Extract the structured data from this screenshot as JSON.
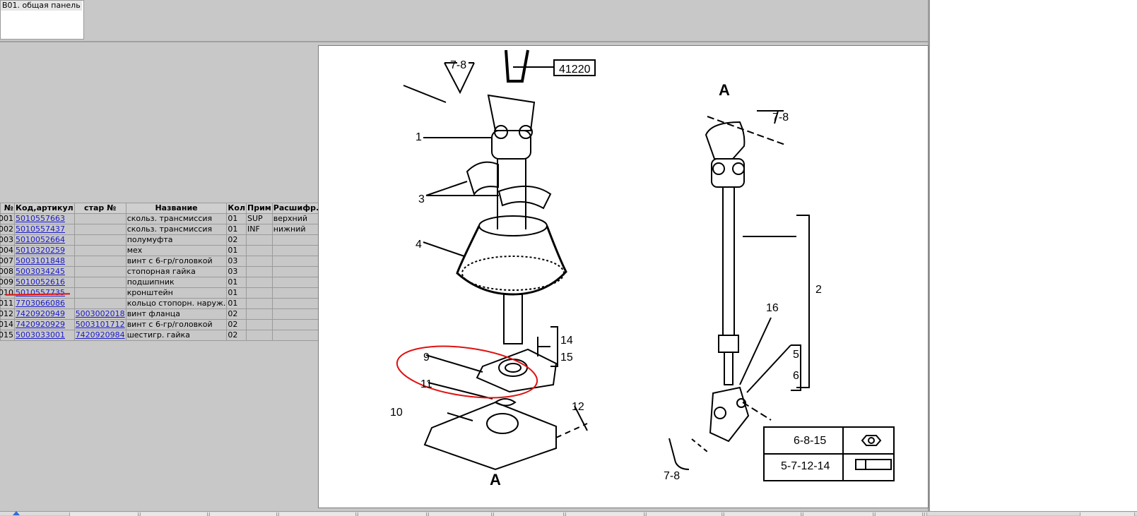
{
  "tree": {
    "selected_item": "B01. общая панель"
  },
  "table": {
    "headers": [
      "№",
      "Код,артикул",
      "стар №",
      "Название",
      "Кол",
      "Прим",
      "Расшифр."
    ],
    "rows": [
      {
        "n": "001",
        "code": "5010557663",
        "old": "",
        "name": "скольз. трансмиссия",
        "qty": "01",
        "note": "SUP",
        "decode": "верхний"
      },
      {
        "n": "002",
        "code": "5010557437",
        "old": "",
        "name": "скольз. трансмиссия",
        "qty": "01",
        "note": "INF",
        "decode": "нижний"
      },
      {
        "n": "003",
        "code": "5010052664",
        "old": "",
        "name": "полумуфта",
        "qty": "02",
        "note": "",
        "decode": ""
      },
      {
        "n": "004",
        "code": "5010320259",
        "old": "",
        "name": "мех",
        "qty": "01",
        "note": "",
        "decode": ""
      },
      {
        "n": "007",
        "code": "5003101848",
        "old": "",
        "name": "винт с 6-гр/головкой",
        "qty": "03",
        "note": "",
        "decode": ""
      },
      {
        "n": "008",
        "code": "5003034245",
        "old": "",
        "name": "стопорная гайка",
        "qty": "03",
        "note": "",
        "decode": ""
      },
      {
        "n": "009",
        "code": "5010052616",
        "old": "",
        "name": "подшипник",
        "qty": "01",
        "note": "",
        "decode": ""
      },
      {
        "n": "010",
        "code": "5010557735",
        "old": "",
        "name": "кронштейн",
        "qty": "01",
        "note": "",
        "decode": ""
      },
      {
        "n": "011",
        "code": "7703066086",
        "old": "",
        "name": "кольцо стопорн. наруж.",
        "qty": "01",
        "note": "",
        "decode": ""
      },
      {
        "n": "012",
        "code": "7420920949",
        "old": "5003002018",
        "name": "винт фланца",
        "qty": "02",
        "note": "",
        "decode": ""
      },
      {
        "n": "014",
        "code": "7420920929",
        "old": "5003101712",
        "name": "винт с 6-гр/головкой",
        "qty": "02",
        "note": "",
        "decode": ""
      },
      {
        "n": "015",
        "code": "5003033001",
        "old": "7420920984",
        "name": "шестигр. гайка",
        "qty": "02",
        "note": "",
        "decode": ""
      }
    ]
  },
  "diagram": {
    "labels": {
      "part_41220": "41220",
      "ref_7_8_top": "7-8",
      "ref_7_8_right": "7-8",
      "ref_7_8_bottom": "7-8",
      "n1": "1",
      "n2": "2",
      "n3": "3",
      "n4": "4",
      "n5": "5",
      "n6": "6",
      "n9": "9",
      "n10": "10",
      "n11": "11",
      "n12": "12",
      "n14": "14",
      "n15": "15",
      "n16": "16",
      "view_a_top": "A",
      "view_a_bottom": "A"
    },
    "legend": [
      {
        "label": "6-8-15",
        "icon": "nut-icon"
      },
      {
        "label": "5-7-12-14",
        "icon": "bolt-icon"
      }
    ],
    "highlight_color": "#e01010"
  },
  "colors": {
    "link": "#1a1acc",
    "background": "#c8c8c8",
    "annotation": "#e01010"
  }
}
